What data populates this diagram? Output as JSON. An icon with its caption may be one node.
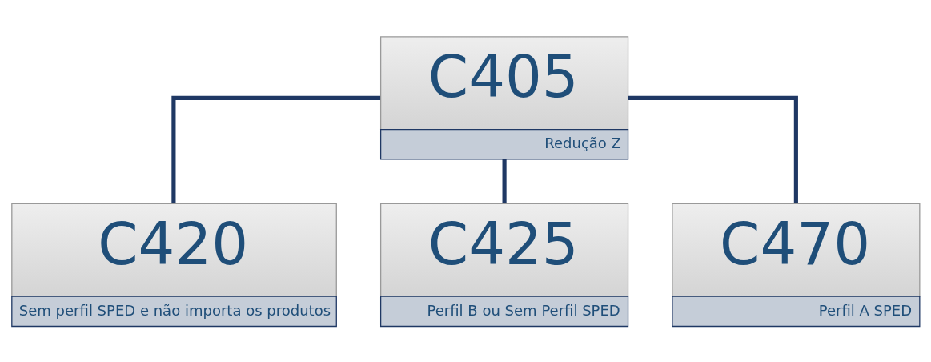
{
  "diagram": {
    "nodes": [
      {
        "text": [
          "C405",
          "Redução Z"
        ]
      },
      {
        "text": [
          "C420",
          "Sem perfil SPED e não importa os produtos"
        ]
      },
      {
        "text": [
          "C425",
          "Perfil B ou Sem Perfil SPED"
        ]
      },
      {
        "text": [
          "C470",
          "Perfil A SPED"
        ]
      }
    ],
    "edges": [
      {
        "from": 0,
        "to": 1,
        "arrow": "none"
      },
      {
        "from": 0,
        "to": 2,
        "arrow": "none"
      },
      {
        "from": 0,
        "to": 3,
        "arrow": "none"
      }
    ]
  }
}
